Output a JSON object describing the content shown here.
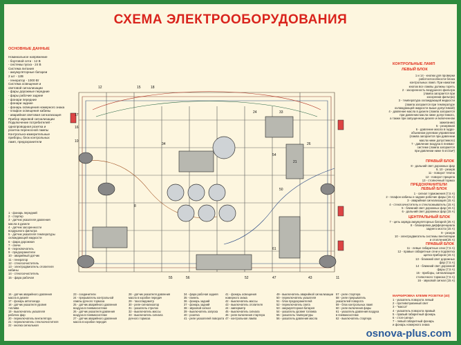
{
  "title": "СХЕМА ЭЛЕКТРООБОРУДОВАНИЯ",
  "watermark": "osnova-plus.com",
  "basic_data": {
    "heading": "ОСНОВНЫЕ ДАННЫЕ",
    "lines": [
      "Номинальное напряжение",
      "- бортовой сети - 12 В",
      "- системы пуска - 24 В",
      "Система питания",
      "- аккумуляторные батареи",
      "2 шт - 12В",
      "- генератор - 1000 Вт",
      "Система освещения и",
      "световой сигнализации",
      "- фары дорожные передние",
      "- фары рабочие задние",
      "- фонари передние",
      "- фонари задние",
      "- фонарь освещения номерного знака",
      "- плафон освещения кабины",
      "- аварийная световая сигнализация",
      "Прибор звуковой сигнализации",
      "Подключение потребителей -",
      "однопроводная розетка и",
      "розетка переносной лампы",
      "Контрольно-измерительные",
      "приборы, блок контрольных",
      "ламп, предохранители"
    ]
  },
  "left_legend": [
    "1 - фонарь передний",
    "2 - стартер",
    "3 - датчик указателя давления",
    "масла в дизеле",
    "4 - датчик засоренности",
    "воздушного фильтра",
    "5 - датчик указателя температуры",
    "охлаждающей жидкости",
    "6 - фара дорожная",
    "7 - свечи",
    "8 - переключатель",
    "9 - предохранители",
    "10 - аварийный датчик",
    "11 - генератор",
    "12 - стеклоочиститель",
    "13 - электродвигатель отопителя",
    "кабины",
    "14 - стеклоочиститель",
    "15 - фара рабочая"
  ],
  "lamp_block": {
    "heading": "КОНТРОЛЬНЫЕ ЛАМП",
    "subheading": "ЛЕВЫЙ БЛОК",
    "lines": [
      "1 и 14 - кнопки для проверки",
      "работоспособности блока",
      "контрольных ламп. При нажатии",
      "кнопок все лампы должны гореть",
      "2 - засоренность воздушного фильтра",
      "(лампа загорается при",
      "засорении фильтра)",
      "3 - температура охлаждающей жидкости",
      "(лампа загорается при температуре",
      "охлаждающей жидкости выше допустимой)",
      "4 - давление масла в дизеле (лампа загорается",
      "при давлении масла ниже допустимого,",
      "а также при запущенном дизеле и включенном",
      "зажигании)",
      "5 - резервная",
      "6 - давление масла в гидро-",
      "объемном рулевом управлении",
      "(лампа загорается при давлении",
      "масла ниже допустимого)",
      "7 - давление воздуха в пневмо-",
      "системе (лампа загорается",
      "при давлении ниже 5 кгс/см²)"
    ]
  },
  "right_block": {
    "heading": "ПРАВЫЙ БЛОК",
    "lines": [
      "8 - дальний свет дорожных фар",
      "9, 10 - резерв",
      "11 - поворот тягача",
      "12 - поворот прицепа",
      "13 - стояночный тормоз"
    ]
  },
  "fuses_left": {
    "heading": "ПРЕДОХРАНИТЕЛИ",
    "subheading": "ЛЕВЫЙ БЛОК",
    "lines": [
      "1 - сигнал торможения (7,5 А)",
      "2 - плафон кабины и задние рабочие фары (15 А)",
      "3 - аварийная сигнализация (15 А)",
      "4 - стеклоочиститель и стеклоомыватель (15 А)",
      "5 - ближний свет дорожных фар (15 А)",
      "6 - дальний свет дорожных фар (15 А)"
    ]
  },
  "fuses_center": {
    "heading": "ЦЕНТРАЛЬНЫЙ БЛОК",
    "lines": [
      "7 - цепь заряда аккумуляторных батарей (25 А)",
      "8 - блокировка дифференциала",
      "заднего моста (15 А)",
      "9 - резерв",
      "10 - электродвигатель системы вентиляции",
      "и отопления(25 А)"
    ]
  },
  "fuses_right": {
    "heading": "ПРАВЫЙ БЛОК",
    "lines": [
      "11 - левые габаритные огни (7,5 А)",
      "12 - правые габаритные огни и подсветка",
      "щитка приборов (15 А)",
      "13 - ближний свет дорожных",
      "фар (7,5 А)",
      "14 - ближний свет дорожной",
      "фары (7,5 А)",
      "15 - приборы, сигнализация",
      "стояночного тормоза (7,5 А)",
      "16 - звуковой сигнал (15 А)"
    ]
  },
  "socket": {
    "heading": "МАРКИРОВКА КЛЕММ РОЗЕТКИ (40)",
    "lines": [
      "1 - указатель поворота левый",
      "2 - противотуманный свет",
      "3 - \"масса\"",
      "4 - указатель поворота правый",
      "5 - правый габаритный фонарь",
      "6 - стоп-сигнал",
      "7 - левый габаритный фонарь",
      "и фонарь номерного знака"
    ]
  },
  "bottom_legend": [
    {
      "lines": [
        "16 - датчик аварийного давления",
        "масла в дизеле",
        "17 - фонарь автопоезда",
        "18 - датчик указателя уровня",
        "топлива",
        "19 - выключатель указателя",
        "рабочих фар",
        "20 - переключатель вентилятора",
        "21 - переключатель стеклоочистителя",
        "22 - кнопка сигнальная"
      ]
    },
    {
      "lines": [
        "23 - соединители",
        "24 - прерыватель контрольной",
        "лампы ручного тормоза",
        "25 - датчик аварийного давления",
        "воздуха в пневмосистеме",
        "26 - датчик указателя давления",
        "воздуха в пневмосистеме",
        "27 - датчик аварийного давления",
        "масла в коробке передач"
      ]
    },
    {
      "lines": [
        "28 - датчик указателя давления",
        "масла в коробке передач",
        "29 - тахоспидометр",
        "30 - реле-сигнализатор",
        "31 - указатель стрелок",
        "32 - выключатель массы",
        "33 - выключатель сигнала",
        "ручного тормоза"
      ]
    },
    {
      "lines": [
        "34 - фара рабочая задняя",
        "35 - панель",
        "36 - фонарь задний",
        "37 - фонарь задний",
        "38 - звуковой сигнал",
        "39 - выключатель запуска",
        "40 - розетка",
        "41 - реле указателей поворота"
      ]
    },
    {
      "lines": [
        "41 - фонарь освещения",
        "номерного знака",
        "42 - выключатель массы",
        "43 - выключатель отопителя",
        "44 - амперметр",
        "45 - выключатель сигнала",
        "46 - реле включения стартера",
        "47 - контрольная лампа"
      ]
    },
    {
      "lines": [
        "49 - выключатель аварийной сигнализации",
        "50 - переключатель указателя",
        "51 - блок предохранителей",
        "52 - переключатель света",
        "53 - аккумуляторная батарея",
        "54 - указатель уровня топлива",
        "55 - указатель температуры",
        "56 - указатель давления масла"
      ]
    },
    {
      "lines": [
        "57 - реле стартера",
        "58 - реле прерыватель",
        "указателей поворота",
        "59 - блок контрольных ламп",
        "60 - реле включения фары",
        "61 - указатель давления воздуха",
        "в пневмосистеме",
        "62 - выключатель стартера"
      ]
    }
  ],
  "colors": {
    "frame": "#2e8a3e",
    "background": "#fdf6df",
    "title": "#d9231c",
    "accent": "#e0301e",
    "watermark": "#2a5a9a"
  }
}
